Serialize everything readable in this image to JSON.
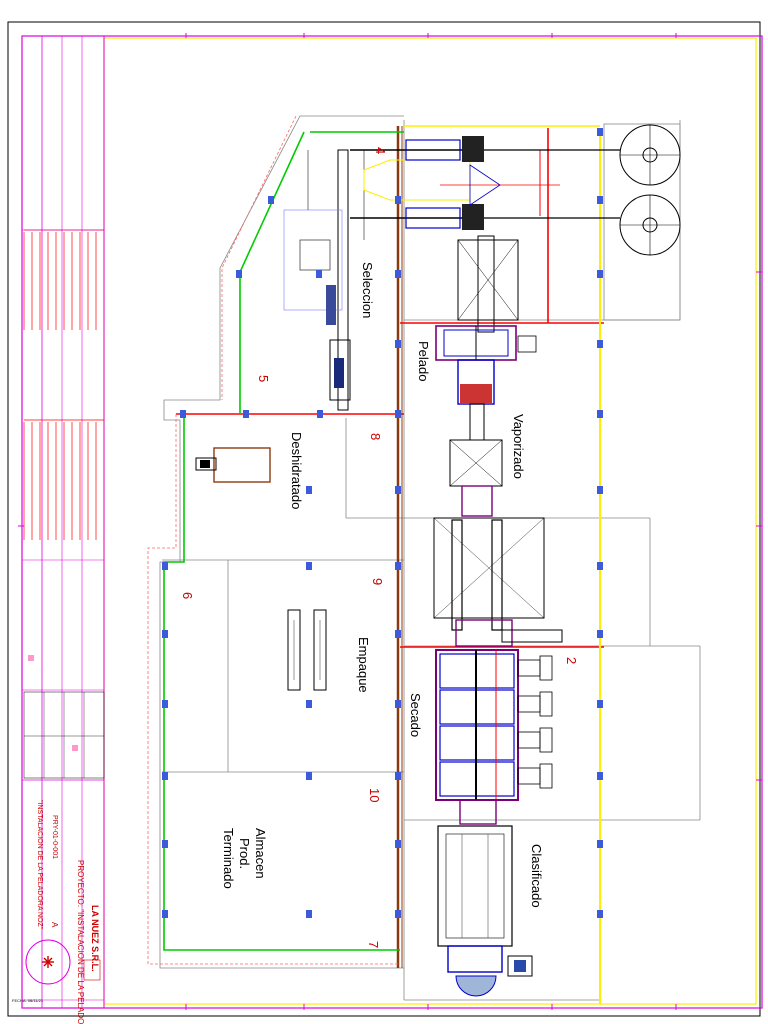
{
  "areas": {
    "seleccion": "Seleccion",
    "pelado": "Pelado",
    "vaporizado": "Vaporizado",
    "deshidratado": "Deshidratado",
    "empaque": "Empaque",
    "secado": "Secado",
    "almacen_line1": "Almacen",
    "almacen_line2": "Prod.",
    "almacen_line3": "Terminado",
    "clasificado": "Clasificado"
  },
  "numbers": {
    "n2": "2",
    "n4": "4",
    "n5": "5",
    "n6": "6",
    "n7": "7",
    "n8": "8",
    "n9": "9",
    "n10": "10"
  },
  "title_block": {
    "company": "LA NUEZ S.R.L.",
    "project": "PROYECTO: \"INSTALACION DE LA PELADORA NOGAL\"",
    "subtitle": "\"INSTALACION DE LA PELADORA NOZ\"",
    "drawing_code": "PRY-01-0-001",
    "revision": "A",
    "fecha": "FECHA: 08/11/21"
  },
  "colors": {
    "frame_magenta": "#e000e0",
    "frame_yellow": "#ffee00",
    "conveyor_brown": "#8b3a10",
    "pipe_green": "#00cc00",
    "line_red": "#ff0000",
    "equip_blue": "#0000cc",
    "equip_purple": "#7a007a",
    "number_red": "#cc0000"
  }
}
